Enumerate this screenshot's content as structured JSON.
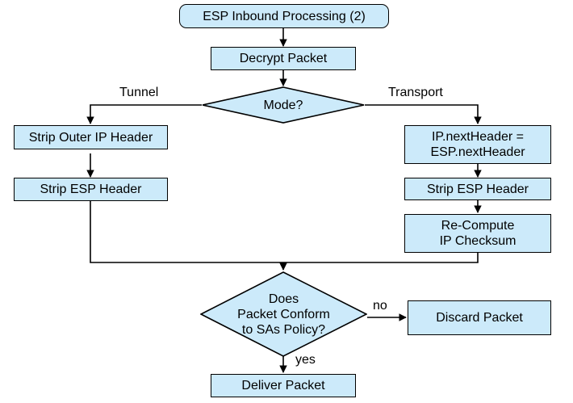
{
  "diagram": {
    "title": "ESP Inbound Processing (2)",
    "colors": {
      "node_fill": "#cceafa",
      "node_stroke": "#000000",
      "text": "#000000",
      "background": "#ffffff"
    },
    "nodes": {
      "start": {
        "label": "ESP Inbound Processing (2)",
        "shape": "terminator"
      },
      "decrypt": {
        "label": "Decrypt Packet",
        "shape": "process"
      },
      "mode": {
        "label": "Mode?",
        "shape": "decision"
      },
      "strip_outer_ip": {
        "label": "Strip Outer IP Header",
        "shape": "process"
      },
      "strip_esp_left": {
        "label": "Strip ESP Header",
        "shape": "process"
      },
      "next_header": {
        "label": "IP.nextHeader =\nESP.nextHeader",
        "shape": "process"
      },
      "strip_esp_right": {
        "label": "Strip ESP Header",
        "shape": "process"
      },
      "recompute": {
        "label": "Re-Compute\nIP Checksum",
        "shape": "process"
      },
      "conform": {
        "label": "Does\nPacket Conform\nto SAs Policy?",
        "shape": "decision"
      },
      "discard": {
        "label": "Discard Packet",
        "shape": "process"
      },
      "deliver": {
        "label": "Deliver Packet",
        "shape": "process"
      }
    },
    "edge_labels": {
      "tunnel": "Tunnel",
      "transport": "Transport",
      "no": "no",
      "yes": "yes"
    }
  }
}
